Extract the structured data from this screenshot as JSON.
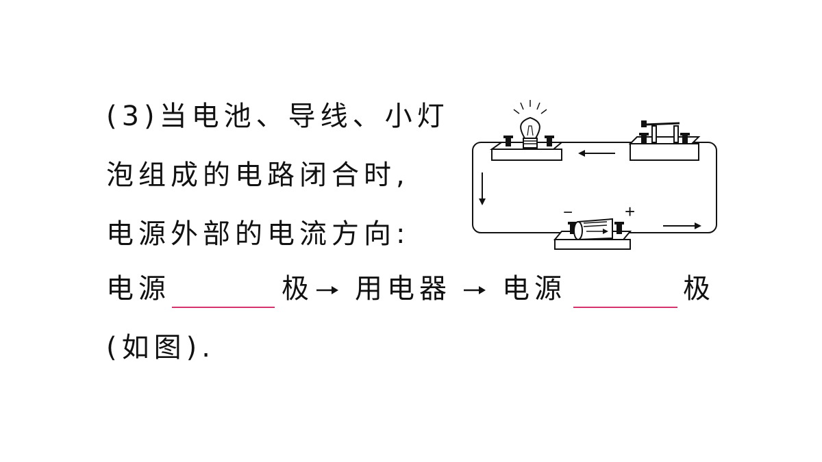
{
  "question": {
    "line1": "(3)当电池、导线、小灯",
    "line2": "泡组成的电路闭合时,",
    "line3": "电源外部的电流方向:",
    "line4": {
      "part1": "电源",
      "part2": "极",
      "part3": "用电器",
      "part4": "电源",
      "part5": "极"
    },
    "line5": "(如图)."
  },
  "diagram": {
    "battery_minus": "−",
    "battery_plus": "+"
  },
  "colors": {
    "text": "#111111",
    "blank_line": "#d6336c"
  }
}
